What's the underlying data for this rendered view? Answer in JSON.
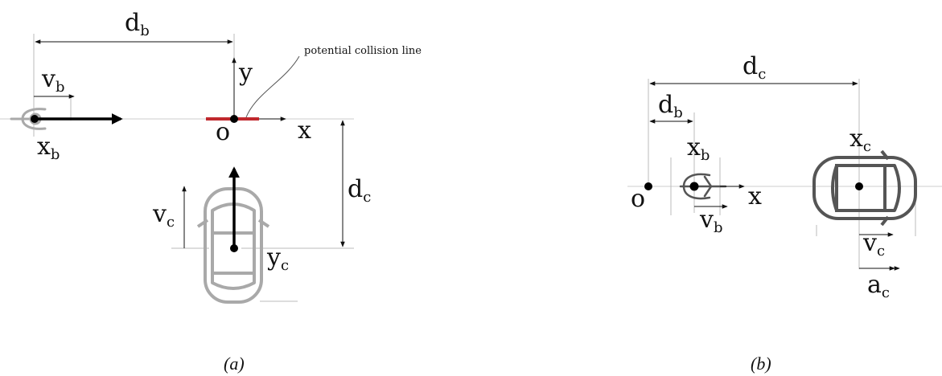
{
  "panel_a": {
    "d_b": {
      "main": "d",
      "sub": "b"
    },
    "v_b": {
      "main": "v",
      "sub": "b"
    },
    "x_b": {
      "main": "x",
      "sub": "b"
    },
    "origin": "o",
    "axis_y": "y",
    "axis_x": "x",
    "collision_label": "potential collision line",
    "d_c": {
      "main": "d",
      "sub": "c"
    },
    "v_c": {
      "main": "v",
      "sub": "c"
    },
    "y_c": {
      "main": "y",
      "sub": "c"
    },
    "caption": "(a)",
    "colors": {
      "collision_line": "#c0282d",
      "vehicle_outline": "#a9a9a9",
      "arrow": "#000000"
    }
  },
  "panel_b": {
    "d_c": {
      "main": "d",
      "sub": "c"
    },
    "d_b": {
      "main": "d",
      "sub": "b"
    },
    "x_b": {
      "main": "x",
      "sub": "b"
    },
    "x_c": {
      "main": "x",
      "sub": "c"
    },
    "origin": "o",
    "axis_x": "x",
    "v_b": {
      "main": "v",
      "sub": "b"
    },
    "v_c": {
      "main": "v",
      "sub": "c"
    },
    "a_c": {
      "main": "a",
      "sub": "c"
    },
    "caption": "(b)",
    "colors": {
      "vehicle_outline": "#555555"
    }
  }
}
